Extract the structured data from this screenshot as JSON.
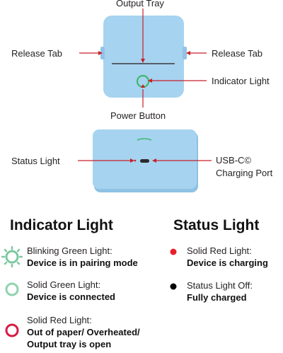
{
  "callouts": {
    "output_tray": "Output Tray",
    "release_tab_left": "Release Tab",
    "release_tab_right": "Release Tab",
    "indicator_light": "Indicator Light",
    "power_button": "Power Button",
    "status_light": "Status Light",
    "usb_c_line1": "USB-C©",
    "usb_c_line2": "Charging Port"
  },
  "indicator_section": {
    "heading": "Indicator Light",
    "items": [
      {
        "title": "Blinking Green Light:",
        "desc": [
          "Device is in pairing mode"
        ],
        "icon": "blinking-green-ring-icon",
        "color": "#7dc8a0"
      },
      {
        "title": "Solid Green Light:",
        "desc": [
          "Device is connected"
        ],
        "icon": "solid-green-ring-icon",
        "color": "#8fd3ae"
      },
      {
        "title": "Solid Red Light:",
        "desc": [
          "Out of paper/ Overheated/",
          "Output tray is open"
        ],
        "icon": "solid-red-ring-icon",
        "color": "#d81b45"
      }
    ]
  },
  "status_section": {
    "heading": "Status Light",
    "items": [
      {
        "title": "Solid Red Light:",
        "desc": "Device is charging",
        "icon": "red-dot-icon",
        "color": "#e8202a"
      },
      {
        "title": "Status Light Off:",
        "desc": "Fully charged",
        "icon": "black-dot-icon",
        "color": "#000000"
      }
    ]
  },
  "colors": {
    "device_body": "#a6d3f0",
    "device_shadow": "#8fc2e3",
    "callout_red": "#c8202a",
    "indicator_ring": "#3fb86a"
  }
}
